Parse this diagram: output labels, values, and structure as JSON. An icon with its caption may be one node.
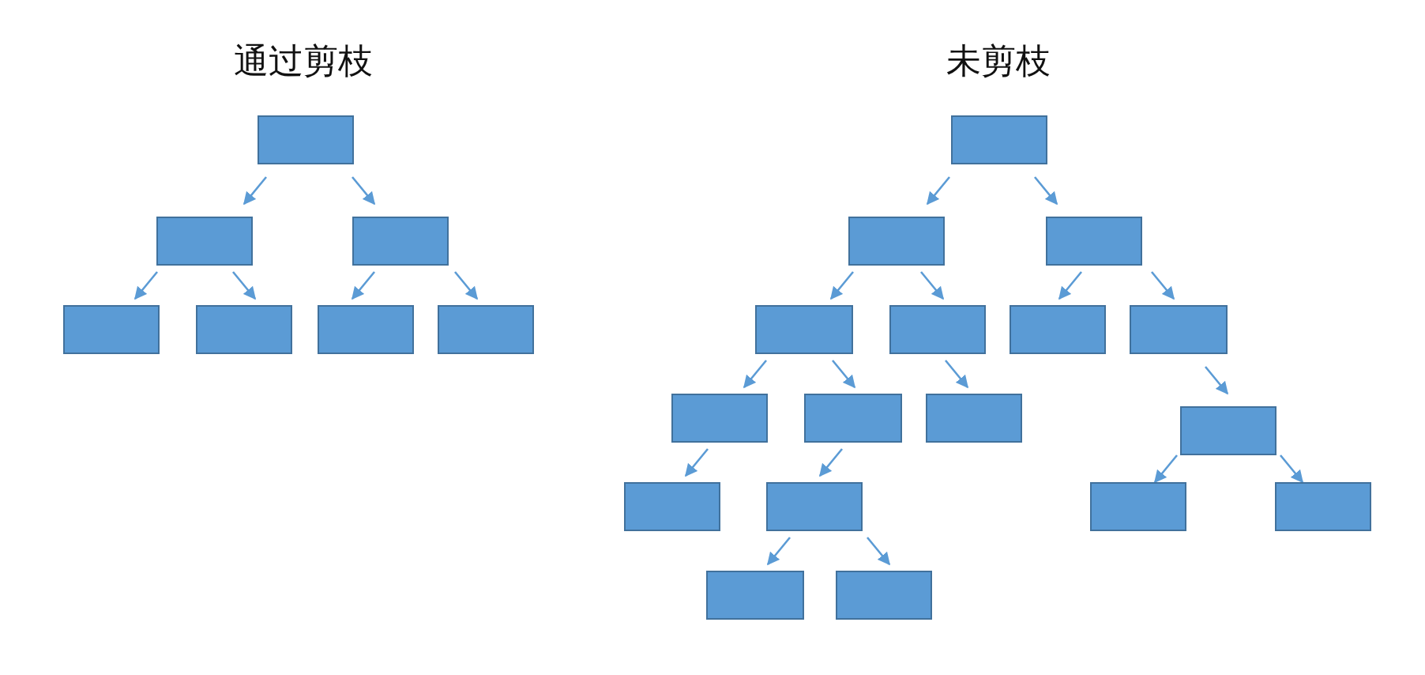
{
  "diagram": {
    "nodes": [
      {
        "text": [],
        "shape": "box"
      },
      {
        "text": [],
        "shape": "box"
      },
      {
        "text": [],
        "shape": "box"
      },
      {
        "text": [],
        "shape": "box"
      },
      {
        "text": [],
        "shape": "box"
      },
      {
        "text": [],
        "shape": "box"
      },
      {
        "text": [],
        "shape": "box"
      },
      {
        "text": [],
        "shape": "box"
      },
      {
        "text": [],
        "shape": "box"
      },
      {
        "text": [],
        "shape": "box"
      },
      {
        "text": [],
        "shape": "box"
      },
      {
        "text": [],
        "shape": "box"
      },
      {
        "text": [],
        "shape": "box"
      },
      {
        "text": [],
        "shape": "box"
      },
      {
        "text": [],
        "shape": "box"
      },
      {
        "text": [],
        "shape": "box"
      },
      {
        "text": [],
        "shape": "box"
      },
      {
        "text": [],
        "shape": "box"
      },
      {
        "text": [],
        "shape": "box"
      },
      {
        "text": [],
        "shape": "box"
      },
      {
        "text": [],
        "shape": "box"
      },
      {
        "text": [],
        "shape": "box"
      },
      {
        "text": [],
        "shape": "box"
      },
      {
        "text": [],
        "shape": "box"
      }
    ],
    "edges": [
      {
        "from": 0,
        "to": 1,
        "arrow": "to"
      },
      {
        "from": 0,
        "to": 2,
        "arrow": "to"
      },
      {
        "from": 1,
        "to": 3,
        "arrow": "to"
      },
      {
        "from": 1,
        "to": 4,
        "arrow": "to"
      },
      {
        "from": 2,
        "to": 5,
        "arrow": "to"
      },
      {
        "from": 2,
        "to": 6,
        "arrow": "to"
      },
      {
        "from": 7,
        "to": 8,
        "arrow": "to"
      },
      {
        "from": 7,
        "to": 9,
        "arrow": "to"
      },
      {
        "from": 8,
        "to": 10,
        "arrow": "to"
      },
      {
        "from": 8,
        "to": 11,
        "arrow": "to"
      },
      {
        "from": 9,
        "to": 12,
        "arrow": "to"
      },
      {
        "from": 9,
        "to": 13,
        "arrow": "to"
      },
      {
        "from": 10,
        "to": 14,
        "arrow": "to"
      },
      {
        "from": 10,
        "to": 15,
        "arrow": "to"
      },
      {
        "from": 11,
        "to": 16,
        "arrow": "to"
      },
      {
        "from": 13,
        "to": 17,
        "arrow": "to"
      },
      {
        "from": 14,
        "to": 18,
        "arrow": "to"
      },
      {
        "from": 15,
        "to": 19,
        "arrow": "to"
      },
      {
        "from": 17,
        "to": 20,
        "arrow": "to"
      },
      {
        "from": 17,
        "to": 21,
        "arrow": "to"
      },
      {
        "from": 19,
        "to": 22,
        "arrow": "to"
      },
      {
        "from": 19,
        "to": 23,
        "arrow": "to"
      }
    ],
    "labels": [
      "通过剪枝",
      "未剪枝"
    ]
  }
}
